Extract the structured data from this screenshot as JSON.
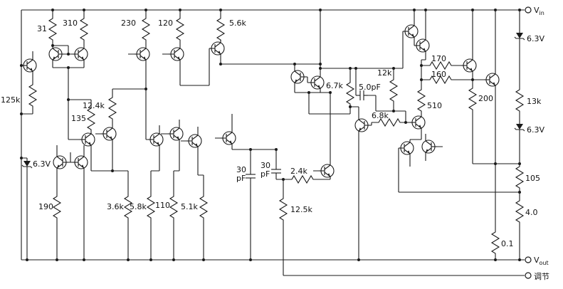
{
  "schematic": {
    "background": "#ffffff",
    "ink": "#1a1a1a"
  },
  "terminals": {
    "vin": {
      "main": "V",
      "sub": "in"
    },
    "vout": {
      "main": "V",
      "sub": "out"
    },
    "adjust": {
      "label": "调节"
    }
  },
  "resistors": {
    "r_31": "31",
    "r_310": "310",
    "r_230": "230",
    "r_120": "120",
    "r_5k6": "5.6k",
    "r_125k": "125k",
    "r_135": "135",
    "r_12k4": "12.4k",
    "r_190": "190",
    "r_3k6": "3.6k",
    "r_5k8": "5.8k",
    "r_110": "110",
    "r_5k1": "5.1k",
    "r_2k4": "2.4k",
    "r_12k5": "12.5k",
    "r_6k7": "6.7k",
    "r_12k": "12k",
    "r_6k8": "6.8k",
    "r_510": "510",
    "r_170": "170",
    "r_160": "160",
    "r_200": "200",
    "r_13k": "13k",
    "r_105": "105",
    "r_4_0": "4.0",
    "r_0_1": "0.1"
  },
  "capacitors": {
    "c1": {
      "value": "30",
      "unit": "pF"
    },
    "c2": {
      "value": "30",
      "unit": "pF"
    },
    "c3": {
      "value": "5.0pF"
    }
  },
  "zeners": {
    "z_left": "6.3V",
    "z_top_right": "6.3V",
    "z_mid_right": "6.3V"
  }
}
